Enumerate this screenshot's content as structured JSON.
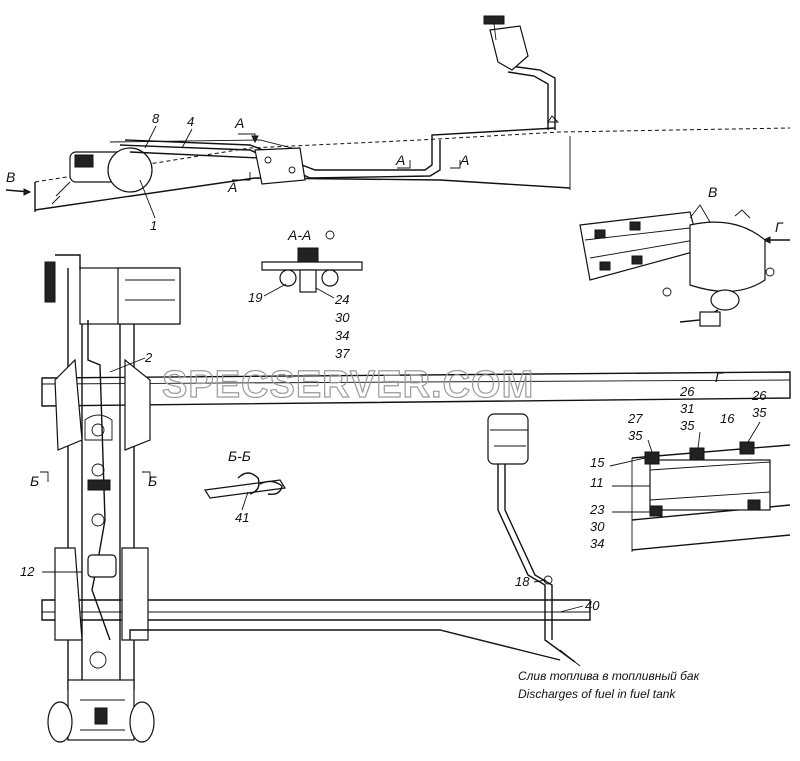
{
  "watermark": "SPECSERVER.COM",
  "top_view": {
    "arrow_B": "В",
    "labels": [
      "8",
      "4",
      "1"
    ],
    "section_marks": [
      "А",
      "А",
      "А",
      "А"
    ]
  },
  "section_AA": {
    "title": "А-А",
    "labels": [
      "19",
      "24",
      "30",
      "34",
      "37"
    ]
  },
  "view_B": {
    "title": "В",
    "arrow": "Г"
  },
  "chassis": {
    "labels": [
      "2",
      "12",
      "18",
      "40"
    ],
    "section_marks": [
      "Б",
      "Б"
    ]
  },
  "section_BB": {
    "title": "Б-Б",
    "label": "41"
  },
  "view_G": {
    "title": "Г",
    "labels": [
      "27",
      "35",
      "26",
      "31",
      "35",
      "16",
      "26",
      "35",
      "15",
      "11",
      "23",
      "30",
      "34"
    ]
  },
  "caption": {
    "ru": "Слив топлива в топливный бак",
    "en": "Discharges of fuel in fuel tank"
  }
}
